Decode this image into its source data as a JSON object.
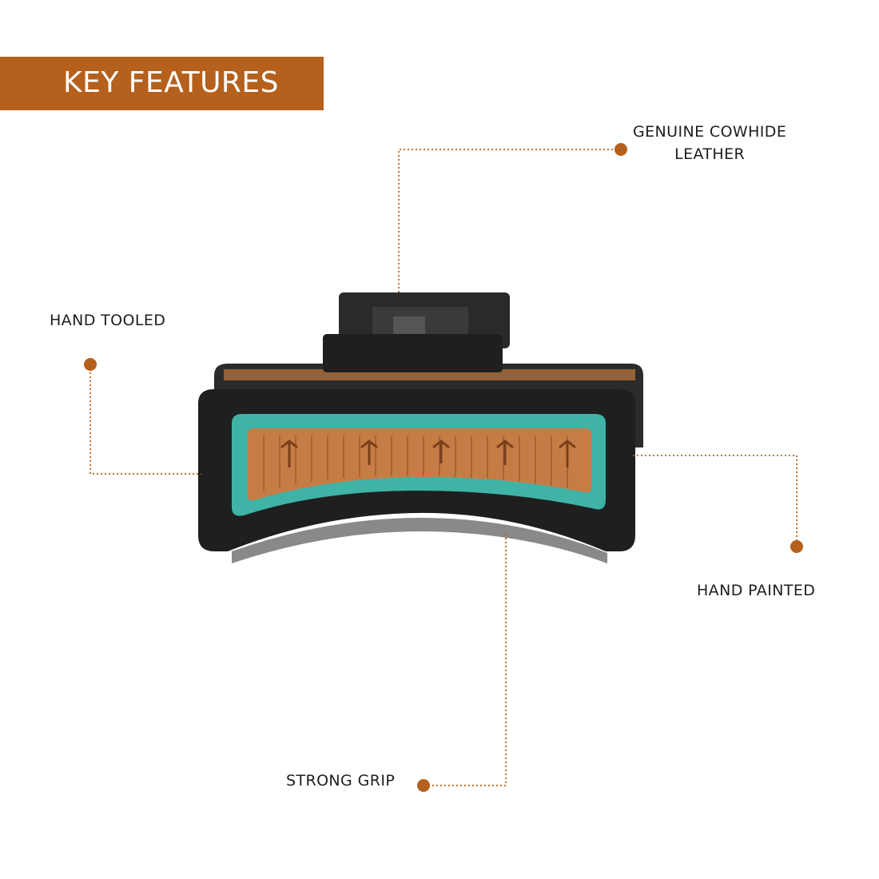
{
  "banner": {
    "title": "KEY FEATURES",
    "color": "#b5601c"
  },
  "features": {
    "cowhide": {
      "line1": "GENUINE COWHIDE",
      "line2": "LEATHER"
    },
    "tooled": "HAND TOOLED",
    "painted": "HAND PAINTED",
    "grip": "STRONG GRIP"
  },
  "colors": {
    "accent": "#b5601c",
    "dot": "#b5601c",
    "clip_body": "#1f1f1f",
    "turquoise": "#3fb3a6",
    "leather": "#c67c45"
  },
  "icons": {
    "product": "claw-hair-clip-image",
    "marker": "dot-marker"
  }
}
